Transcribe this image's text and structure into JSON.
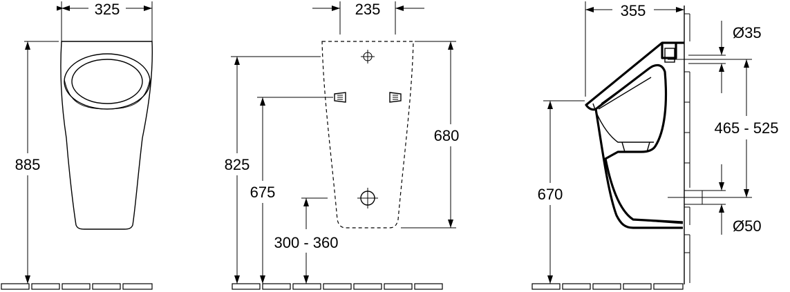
{
  "front_view": {
    "width_label": "325",
    "height_label": "885"
  },
  "mounting_view": {
    "width_label": "235",
    "total_height_label": "825",
    "upper_fix_label": "675",
    "lower_fix_label": "300 - 360",
    "template_height_label": "680"
  },
  "side_view": {
    "depth_label": "355",
    "inlet_diameter_label": "Ø35",
    "inlet_range_label": "465 - 525",
    "rim_height_label": "670",
    "outlet_diameter_label": "Ø50"
  }
}
